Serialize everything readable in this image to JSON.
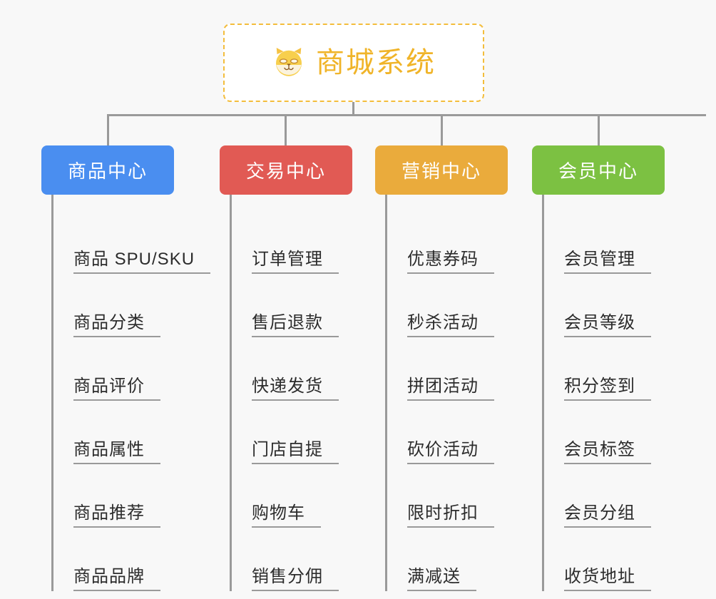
{
  "diagram": {
    "type": "org-chart",
    "background_color": "#f8f8f8",
    "connector_color": "#9a9a9a",
    "leaf_text_color": "#2c2c2c"
  },
  "root": {
    "title": "商城系统",
    "icon": "dog-face-icon",
    "text_color": "#f0b429",
    "border_color": "#f3bd3c",
    "background_color": "#ffffff"
  },
  "categories": [
    {
      "label": "商品中心",
      "color": "#4a8ef0",
      "items": [
        {
          "label": "商品 SPU/SKU"
        },
        {
          "label": "商品分类"
        },
        {
          "label": "商品评价"
        },
        {
          "label": "商品属性"
        },
        {
          "label": "商品推荐"
        },
        {
          "label": "商品品牌"
        }
      ]
    },
    {
      "label": "交易中心",
      "color": "#e15a54",
      "items": [
        {
          "label": "订单管理"
        },
        {
          "label": "售后退款"
        },
        {
          "label": "快递发货"
        },
        {
          "label": "门店自提"
        },
        {
          "label": "购物车"
        },
        {
          "label": "销售分佣"
        }
      ]
    },
    {
      "label": "营销中心",
      "color": "#eaab3c",
      "items": [
        {
          "label": "优惠券码"
        },
        {
          "label": "秒杀活动"
        },
        {
          "label": "拼团活动"
        },
        {
          "label": "砍价活动"
        },
        {
          "label": "限时折扣"
        },
        {
          "label": "满减送"
        }
      ]
    },
    {
      "label": "会员中心",
      "color": "#7cc142",
      "items": [
        {
          "label": "会员管理"
        },
        {
          "label": "会员等级"
        },
        {
          "label": "积分签到"
        },
        {
          "label": "会员标签"
        },
        {
          "label": "会员分组"
        },
        {
          "label": "收货地址"
        }
      ]
    }
  ]
}
